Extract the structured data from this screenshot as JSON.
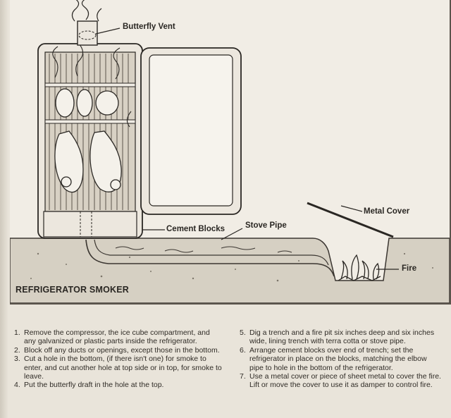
{
  "figure": {
    "caption": "REFRIGERATOR SMOKER",
    "labels": {
      "butterfly_vent": "Butterfly Vent",
      "cement_blocks": "Cement Blocks",
      "stove_pipe": "Stove Pipe",
      "metal_cover": "Metal Cover",
      "fire": "Fire"
    }
  },
  "instructions": {
    "left": [
      {
        "num": "1.",
        "text": "Remove the compressor, the ice cube compartment, and any galvanized or plastic parts inside the refrigerator."
      },
      {
        "num": "2.",
        "text": "Block off any ducts or openings, except those in the bottom."
      },
      {
        "num": "3.",
        "text": "Cut a hole in the bottom, (if there isn't one) for smoke to enter, and cut another hole at top side or in top, for smoke to leave."
      },
      {
        "num": "4.",
        "text": "Put the butterfly draft in the hole at the top."
      }
    ],
    "right": [
      {
        "num": "5.",
        "text": "Dig a trench and a fire pit six inches deep and six inches wide, lining trench with terra cotta or stove pipe."
      },
      {
        "num": "6.",
        "text": "Arrange cement blocks over end of trench; set the refrigerator in place on the blocks, matching the elbow pipe to hole in the bottom of the refrigerator."
      },
      {
        "num": "7.",
        "text": "Use a metal cover or piece of sheet metal to cover the fire. Lift or move the cover to use it as damper to control fire."
      }
    ]
  }
}
